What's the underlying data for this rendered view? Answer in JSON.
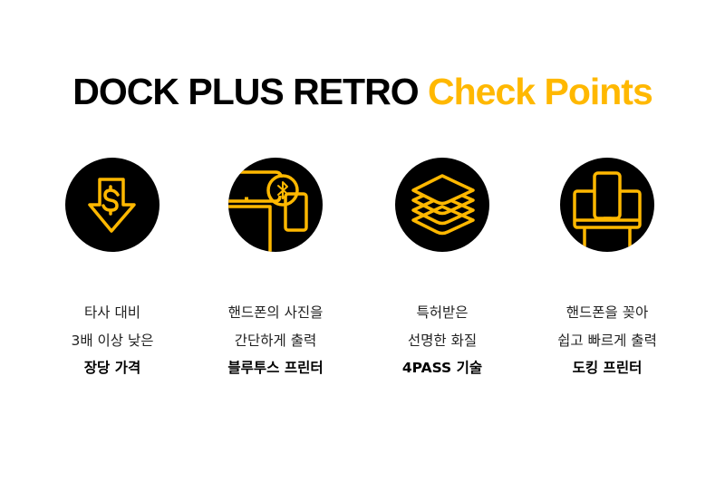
{
  "title": {
    "main": "DOCK PLUS RETRO",
    "highlight": "Check Points"
  },
  "accent": "#FFB800",
  "points": [
    {
      "icon": "price-down-icon",
      "lines": [
        "타사 대비",
        "3배 이상 낮은"
      ],
      "bold": "장당 가격"
    },
    {
      "icon": "bluetooth-printer-icon",
      "lines": [
        "핸드폰의 사진을",
        "간단하게 출력"
      ],
      "bold": "블루투스 프린터"
    },
    {
      "icon": "layers-icon",
      "lines": [
        "특허받은",
        "선명한 화질"
      ],
      "bold": "4PASS 기술"
    },
    {
      "icon": "docking-icon",
      "lines": [
        "핸드폰을 꽂아",
        "쉽고 빠르게 출력"
      ],
      "bold": "도킹 프린터"
    }
  ]
}
